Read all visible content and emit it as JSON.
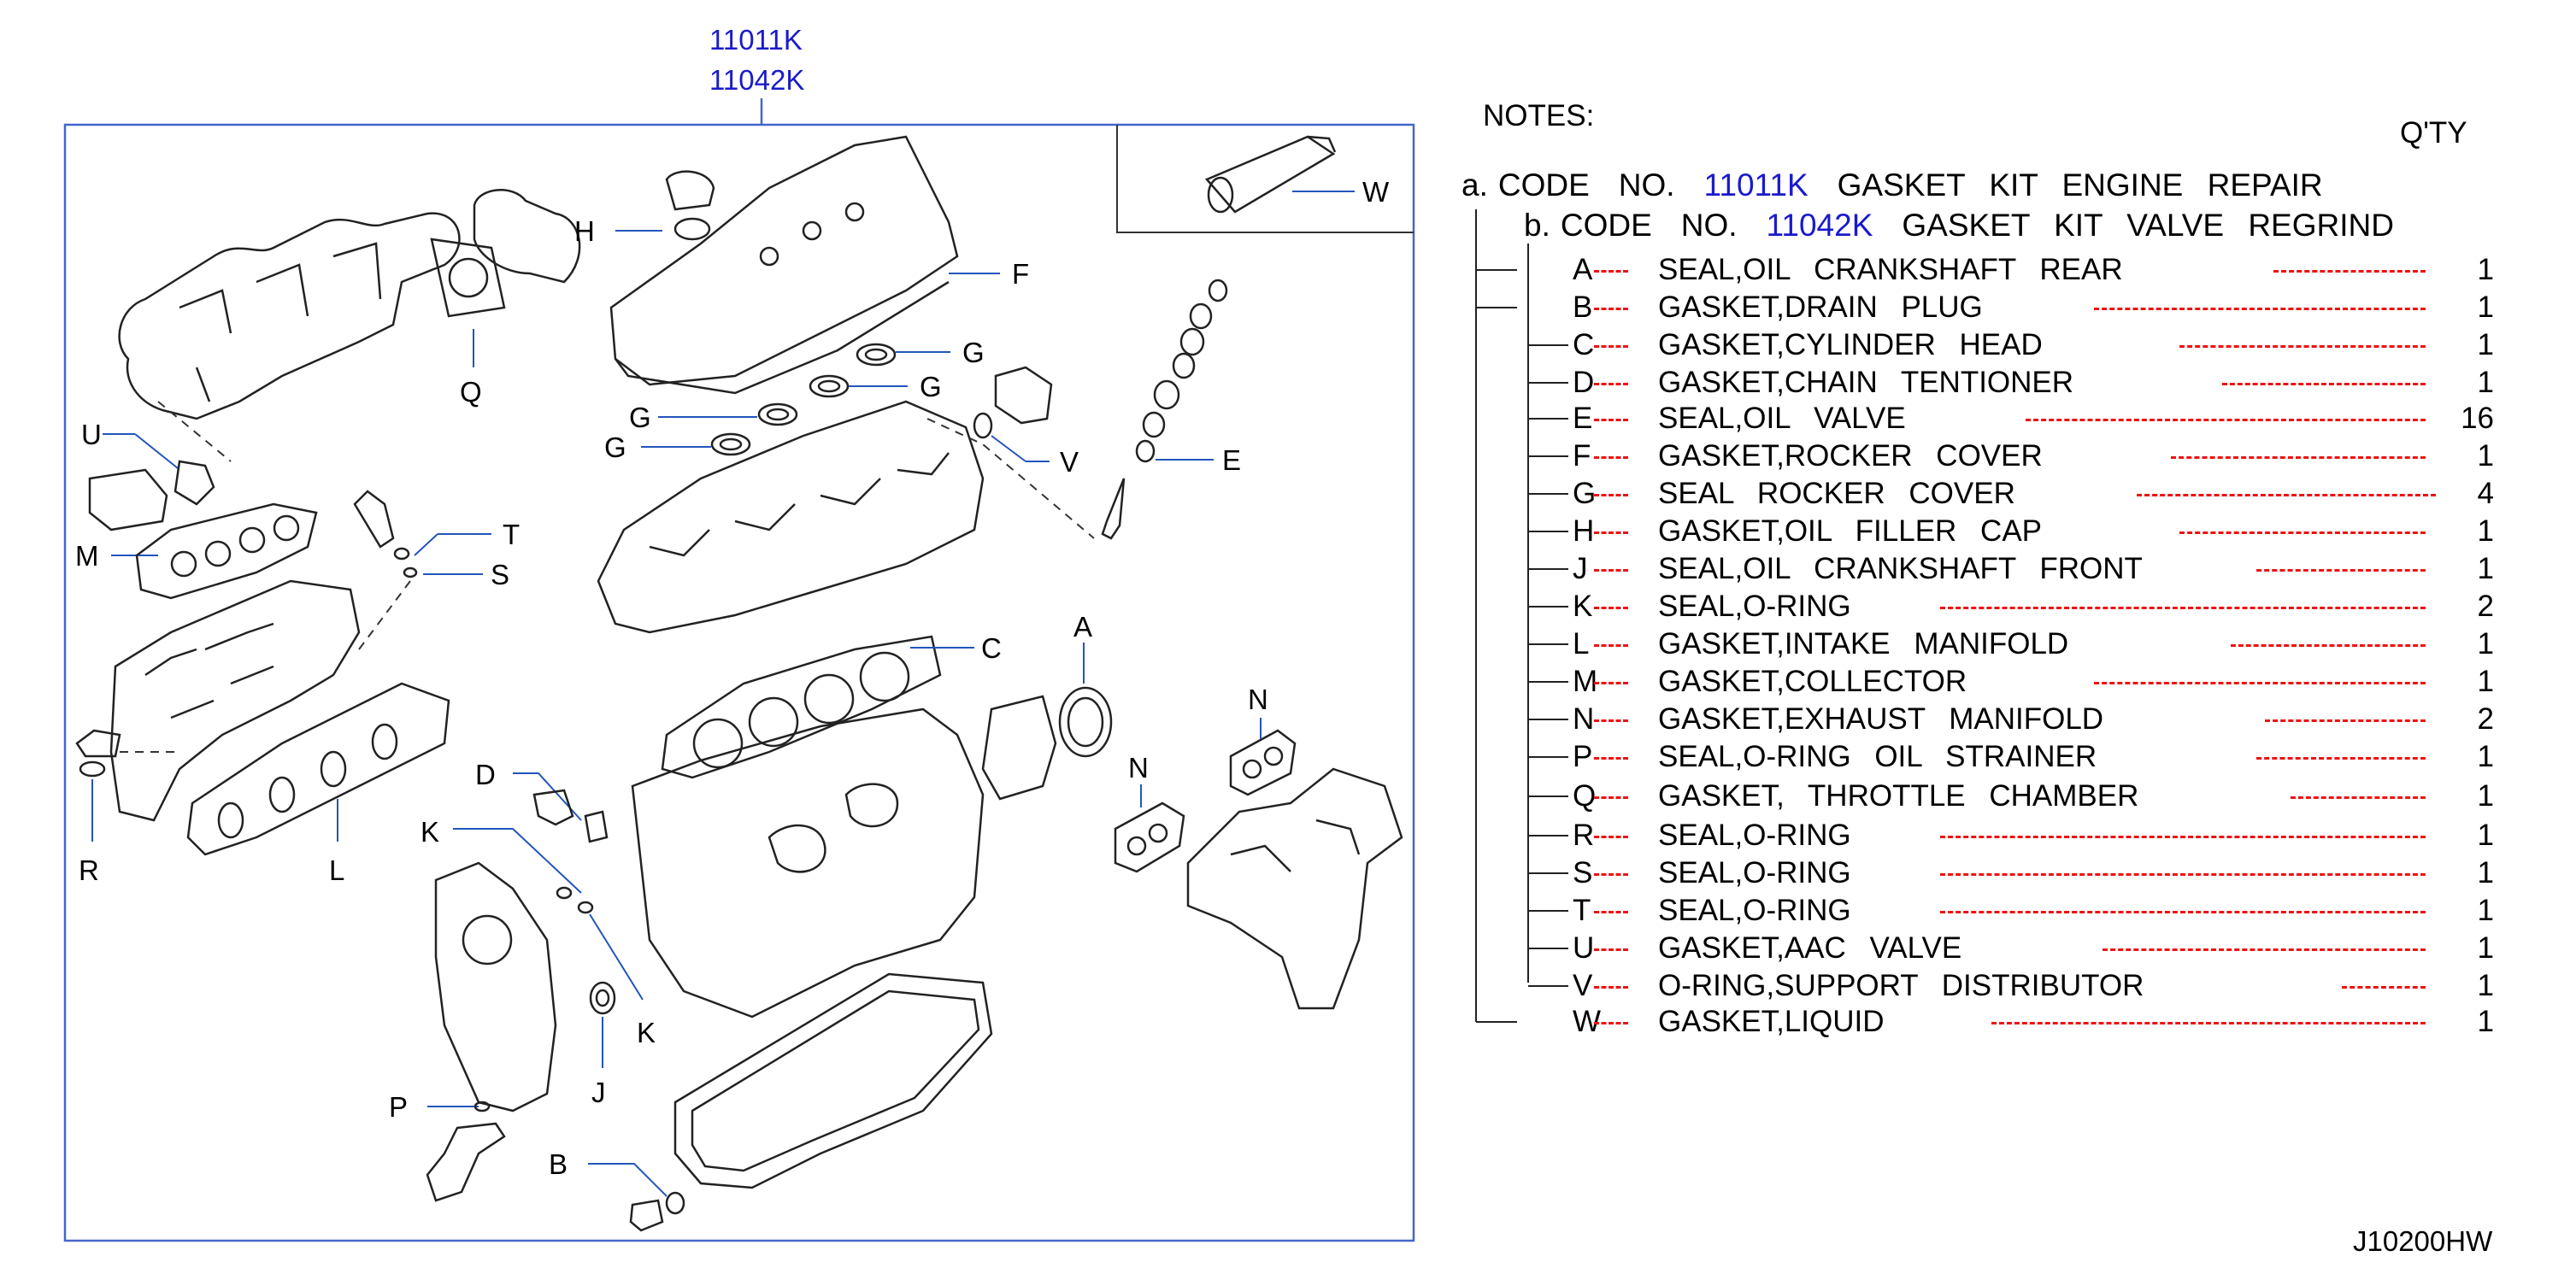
{
  "diagram": {
    "codes": [
      "11011K",
      "11042K"
    ],
    "inset_label": "W",
    "callouts": [
      "A",
      "B",
      "C",
      "D",
      "E",
      "F",
      "G",
      "G",
      "G",
      "G",
      "H",
      "J",
      "K",
      "K",
      "L",
      "M",
      "N",
      "N",
      "P",
      "Q",
      "R",
      "S",
      "T",
      "U",
      "V"
    ]
  },
  "notes": {
    "title": "NOTES:",
    "qty_header": "Q'TY",
    "kit_a": {
      "prefix": "a.",
      "label": "CODE",
      "no": "NO.",
      "code": "11011K",
      "desc": "GASKET KIT ENGINE REPAIR"
    },
    "kit_b": {
      "prefix": "b.",
      "label": "CODE",
      "no": "NO.",
      "code": "11042K",
      "desc": "GASKET KIT VALVE REGRIND"
    }
  },
  "parts": [
    {
      "letter": "A",
      "desc": "SEAL,OIL CRANKSHAFT REAR",
      "qty": "1"
    },
    {
      "letter": "B",
      "desc": "GASKET,DRAIN PLUG",
      "qty": "1"
    },
    {
      "letter": "C",
      "desc": "GASKET,CYLINDER HEAD",
      "qty": "1"
    },
    {
      "letter": "D",
      "desc": "GASKET,CHAIN TENTIONER",
      "qty": "1"
    },
    {
      "letter": "E",
      "desc": "SEAL,OIL VALVE",
      "qty": "16"
    },
    {
      "letter": "F",
      "desc": "GASKET,ROCKER COVER",
      "qty": "1"
    },
    {
      "letter": "G",
      "desc": "SEAL ROCKER COVER",
      "qty": "4"
    },
    {
      "letter": "H",
      "desc": "GASKET,OIL FILLER CAP",
      "qty": "1"
    },
    {
      "letter": "J",
      "desc": "SEAL,OIL CRANKSHAFT FRONT",
      "qty": "1"
    },
    {
      "letter": "K",
      "desc": "SEAL,O-RING",
      "qty": "2"
    },
    {
      "letter": "L",
      "desc": "GASKET,INTAKE MANIFOLD",
      "qty": "1"
    },
    {
      "letter": "M",
      "desc": "GASKET,COLLECTOR",
      "qty": "1"
    },
    {
      "letter": "N",
      "desc": "GASKET,EXHAUST MANIFOLD",
      "qty": "2"
    },
    {
      "letter": "P",
      "desc": "SEAL,O-RING OIL STRAINER",
      "qty": "1"
    },
    {
      "letter": "Q",
      "desc": "GASKET, THROTTLE CHAMBER",
      "qty": "1"
    },
    {
      "letter": "R",
      "desc": "SEAL,O-RING",
      "qty": "1"
    },
    {
      "letter": "S",
      "desc": "SEAL,O-RING",
      "qty": "1"
    },
    {
      "letter": "T",
      "desc": "SEAL,O-RING",
      "qty": "1"
    },
    {
      "letter": "U",
      "desc": "GASKET,AAC VALVE",
      "qty": "1"
    },
    {
      "letter": "V",
      "desc": "O-RING,SUPPORT DISTRIBUTOR",
      "qty": "1"
    },
    {
      "letter": "W",
      "desc": "GASKET,LIQUID",
      "qty": "1"
    }
  ],
  "footer": {
    "code": "J10200HW"
  },
  "colors": {
    "code_text": "#1a1acc",
    "frame": "#4466cc",
    "leader": "#2255bb",
    "dash": "#ee1111"
  }
}
